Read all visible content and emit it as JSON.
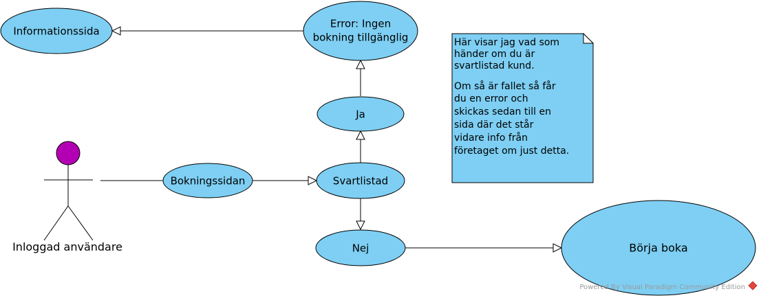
{
  "actor": {
    "label": "Inloggad användare",
    "head_color": "#b400b4"
  },
  "use_cases": {
    "informationssida": "Informationssida",
    "error_line1": "Error: Ingen",
    "error_line2": "bokning tillgänglig",
    "ja": "Ja",
    "bokningssidan": "Bokningssidan",
    "svartlistad": "Svartlistad",
    "nej": "Nej",
    "borja_boka": "Börja boka"
  },
  "note": {
    "lines": [
      "Här visar jag vad som",
      "händer om du är",
      "svartlistad kund.",
      "Om så är fallet så får",
      "du en error och",
      "skickas sedan till en",
      "sida där det står",
      "vidare info från",
      "företaget om just detta."
    ]
  },
  "watermark": "Powered By Visual Paradigm Community Edition",
  "colors": {
    "use_case_fill": "#7ecff3",
    "note_fill": "#7ecff3",
    "stroke": "#000000",
    "watermark": "#9a9a9a"
  }
}
